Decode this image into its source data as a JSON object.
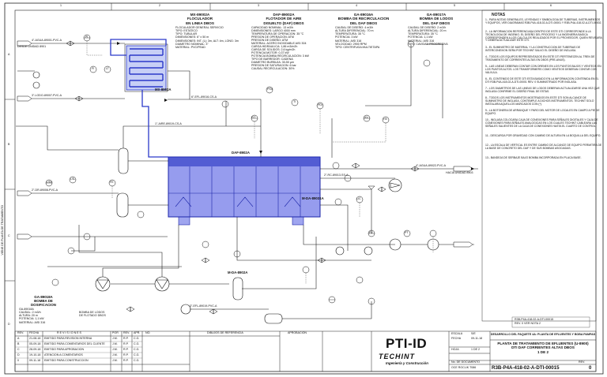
{
  "zones": {
    "top": [
      "1",
      "2",
      "3",
      "4",
      "5",
      "6"
    ],
    "side": [
      "A",
      "B",
      "C",
      "D"
    ]
  },
  "equipment": {
    "floc": {
      "title": "MX-89002A",
      "name_lines": [
        "FLOCULADOR",
        "EN LINEA DBOS"
      ],
      "specs": [
        "FLOCULADOR GENERAL SERVICIO",
        "TIPO: ESTATICO",
        "TIPO: TUBULAR",
        "DIMENSIONES: 6\" x 50 m",
        "DIMENSIONES: INT. (L): 3m, ALT: 4m, LONG: 3m",
        "DIAMETRO NOMINAL: 3\"",
        "MATERIAL: PVC/PEAD"
      ],
      "tag": "MX-8902A"
    },
    "daf": {
      "title": "DAF-89002A",
      "name_lines": [
        "FLOTADOR DE AIRE",
        "DISUELTO (DAF) DBOS"
      ],
      "specs": [
        "CAPACIDAD NOMINAL: 13 m3/h",
        "DIMENSIONES: LARGO 4000 mm",
        "TEMPERATURA DE OPERACION: 35 °C",
        "PRESION DE OPERACION: ATM",
        "PRESION DE DISEÑO: ATM",
        "MATERIAL: ACERO INOXIDABLE AISI 304",
        "CARGA HIDRAULICA: 1,86 m3/m2h",
        "CARGA DE SOLIDOS: 2,6 kg/m2h",
        "POTENCIA MOTOR: 0,37 kW",
        "POTENCIA BOMBA RECIRCULACION: 3 kW",
        "TIPO DE BARREDOR: CADENA",
        "DIAMETRO BURBUJA: 30-50 µm",
        "PRESION DE SATURACION: 6 bar",
        "CAUDAL RECIRCULACION: 30%"
      ],
      "tag": "DAF-8902A"
    },
    "pump_recirc": {
      "title": "GA-89016A",
      "name_lines": [
        "BOMBA DE RECIRCULACION",
        "DEL DAF DBOS"
      ],
      "specs": [
        "CAUDAL DE DISEÑO: 4 m3/h",
        "ALTURA DIFERENCIAL: 70 m",
        "TEMPERATURA: 35 °C",
        "POTENCIA: 3 kW",
        "MATERIAL: AISI 316",
        "VELOCIDAD: 2900 RPM",
        "TIPO: CENTRIFUGA MULTIETAPA"
      ]
    },
    "pump_feed": {
      "title": "GA-89017A",
      "name_lines": [
        "BOMBA DE LODOS",
        "DEL DAF DBOS"
      ],
      "specs": [
        "CAUDAL DE DISEÑO: 2 m3/h",
        "ALTURA DIFERENCIAL: 20 m",
        "TEMPERATURA: 35 °C",
        "POTENCIA: 1,1 kW",
        "MATERIAL: AISI 316",
        "TIPO: CAVIDAD PROGRESIVA"
      ]
    },
    "sludge_pump": {
      "title": "GA-89018A",
      "name_lines": [
        "BOMBA DE LODOS",
        "DE FLOTADO DBOS"
      ],
      "specs": [
        "CAUDAL: 2 m3/h",
        "ALTURA: 20 m",
        "POTENCIA: 1,1 kW",
        "MATERIAL: AISI 316"
      ]
    },
    "mixer": {
      "tag": "M-DA-8902A"
    },
    "mixer2": {
      "tag": "M-DA-89031A"
    },
    "bottom_left": {
      "title": "GA-89018A",
      "name_lines": [
        "BOMBA DE",
        "DOSIFICACION"
      ]
    }
  },
  "line_labels": {
    "inlet_left": "4\"-AGUA-89001-PVC-A",
    "to_daf_top": "6\"-EFL-89016-CS-A",
    "outlet_right": "4\"-AGUA-89022-PVC-A",
    "sludge": "3\"-LODO-89007-PVC-A",
    "drain": "2\"-DR-89008-PVC-A",
    "recirc": "2\"-RC-89013-SS-A",
    "air": "1\"-AIRE-89019-CS-A",
    "effluent_bottom": "3\"-EFL-89019-PVC-A",
    "from_unit": "DESDE UNIDAD 8901",
    "to_unit": "HACIA UNIDAD 8903",
    "vertical_left": "VIENE DE PLANTA DE TRATAMIENTO"
  },
  "instrument_tags": [
    "PI",
    "FI",
    "LT",
    "LSH",
    "LSL",
    "FE",
    "FIT",
    "PSV",
    "TI",
    "PDI",
    "XV",
    "HV",
    "LIC",
    "FV",
    "PT"
  ],
  "notes": {
    "title": "NOTAS",
    "items": [
      "1.- PARA NOTAS GENERALES, LEYENDAS Y SIMBOLOGIA DE TUBERIAS, INSTRUMENTOS Y EQUIPOS, VER DIAGRAMAS R3B-P4A-418-02-A-DTI-00001 Y R3B-P4A-418-02-A-DTI-00002.",
      "2.- LA INFORMACION REFERENCIADA DENTRO DE ESTE DTI CORRESPONDE A LA TECNOLOGIA DE INGENIO. EL DISEÑO DEL PROCESO Y LA INGENIERIA BASICA CORRESPONDEN A LOS CALCULOS REALIZADOS POR EL PROVEEDOR, QUIEN REVISARA Y DEBERA ACTUALIZAR ESTE DTI.",
      "3.- EL SUMINISTRO DE MATERIAL Y LA CONSTRUCCION DE TUBERIAS DE INTERCONEXION SERA POR TECHINT SALVO EL DISEÑO DE INGLASA.",
      "4.- TODOS LOS EQUIPOS REPRESENTADOS EN ESTE DTI PERTENECEN AL TREN DE TRATAMIENTO DE CORRIENTES ALTAS EN DBOS (PRE-ANUS).",
      "5.- LAS LINEAS DEBERAN CONTAR CON DRENES EN LOS PUNTOS BAJOS Y VENTEOS EN LOS PUNTOS ALTOS. LOS TRANSFORMERS COMO VENTEOS DEBERAN CONTAR CON VALVULA.",
      "6.- EL CONTENIDO DE ESTE DTI ESTA BASADO EN LA INFORMACION CONTENIDA EN EL DTI R3B-P4A-418-02-A-DTI-00001 REV. 0 SUMINISTRADO POR INGLASA.",
      "7.- LOS DIAMETROS DE LAS LINEAS DE LODOS DEBERAN ACTUALIZARSE UNA VEZ QUE INGLASA CONFIRME EL DISEÑO FINAL DE ESTAS.",
      "8.- TODOS LOS INSTRUMENTOS MOSTRADOS EN ESTE DTI SON ALCANCE DE SUMINISTRO DE INGLASA, CONTEMPLE A DICHOS INSTRUMENTOS. TECHINT SOLO INSTALARA AQUELLOS MARCADOS CON (*).",
      "9.- LA BOTONERA DE ARRANQUE Y PARO DEL MOTOR DE LOCALES EN CAMPO A PIE DE EQUIPO.",
      "10.- INGLASA COLOCARA CAJA DE CONEXIONES PARA SEÑALES DIGITALES Y CAJA DE CONEXIONES PARA SEÑALES ANALOGICAS EN LOS CUALES TECHINT CABLEARA LAS SEÑALES SALIENTES DE LA CAJA DE CONEXIONES HASTA EL CUARTO DE CONTROL.",
      "11.- DESCARGA POR GRAVEDAD CON CAMBIO DE ALTURA EN LA BOQUILLA DEL EQUIPO.",
      "12.- LA ESCALA DE VERTICAL ES ENTRE CAMBIO DE ALCANCE DE EQUIPO PERMITIRA DE LA BASE DE CONCRETO DEL DAF Y DE SUS BOMBAS ASOCIADAS.",
      "13.- BANDEJA DE SERBAJE BAJO BOMBA INCORPORADA EN PLACA BASE."
    ]
  },
  "stamp_text": [
    "R3B-P4A-418-02-A-DTI-00015",
    "REV. 0  VER NOTA 2"
  ],
  "rev_table": {
    "headers": [
      "REV.",
      "FECHA",
      "R E V I S I O N E S",
      "POR",
      "REV.",
      "APR."
    ],
    "refs_header": "DIBUJOS DE REFERENCIA",
    "refs_col": "NO.",
    "approve_header": "APROBACION",
    "rows": [
      [
        "A",
        "21-08-18",
        "EMITIDO PARA REVISION INTERNA",
        "J.M.",
        "R.P.",
        "C.G."
      ],
      [
        "B",
        "05-09-18",
        "EMITIDO PARA COMENTARIOS DEL CLIENTE",
        "J.M.",
        "R.P.",
        "C.G."
      ],
      [
        "C",
        "28-09-18",
        "EMITIDO PARA APROBACION",
        "J.M.",
        "R.P.",
        "C.G."
      ],
      [
        "D",
        "19-10-18",
        "ATENCION A COMENTARIOS",
        "J.M.",
        "R.P.",
        "C.G."
      ],
      [
        "0",
        "09-11-18",
        "EMITIDO PARA CONSTRUCCION",
        "J.M.",
        "R.P.",
        "C.G."
      ]
    ]
  },
  "title_block": {
    "brand": "PTI-ID",
    "company": "TECHINT",
    "division": "Ingeniería y Construcción",
    "project": "DESARROLLO DEL PAQUETE 4A: PLANTA DE EFLUENTES Y BOBA PAMPAS",
    "drawing_title_lines": [
      "PLANTA DE TRATAMIENTO DE EFLUENTES (U-8900)",
      "DTI DAF CORRIENTES ALTAS DBOS",
      "1 DE 2"
    ],
    "scale_label": "ESCALA",
    "scale": "S/E",
    "date_label": "FECHA",
    "date": "09-11-18",
    "doc_label": "No. DE DOCUMENTO",
    "doc_number": "R3B-P4A-418-02-A-DTI-00015",
    "rev_label": "REV.",
    "rev": "0",
    "client_ref": "OCE ROCLIK  T086",
    "sheet_label": "HOJA",
    "sheet": "1 DE 2"
  }
}
